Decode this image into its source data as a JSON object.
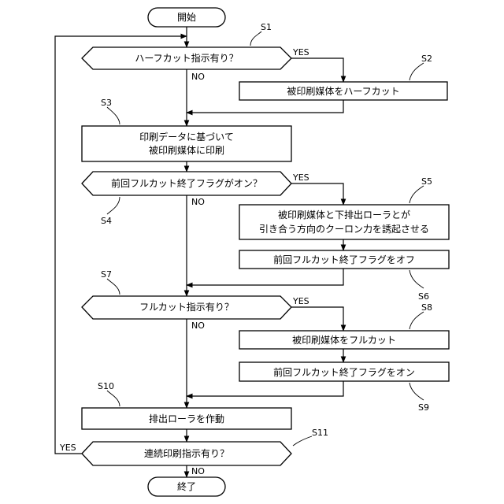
{
  "flowchart": {
    "start": "開始",
    "end": "終了",
    "yes": "YES",
    "no": "NO",
    "steps": {
      "s1": "ハーフカット指示有り？",
      "s2": "被印刷媒体をハーフカット",
      "s3": [
        "印刷データに基づいて",
        "被印刷媒体に印刷"
      ],
      "s4": "前回フルカット終了フラグがオン？",
      "s5": [
        "被印刷媒体と下排出ローラとが",
        "引き合う方向のクーロン力を誘起させる"
      ],
      "s6": "前回フルカット終了フラグをオフ",
      "s7": "フルカット指示有り？",
      "s8": "被印刷媒体をフルカット",
      "s9": "前回フルカット終了フラグをオン",
      "s10": "排出ローラを作動",
      "s11": "連続印刷指示有り？"
    },
    "labels": {
      "s1": "S1",
      "s2": "S2",
      "s3": "S3",
      "s4": "S4",
      "s5": "S5",
      "s6": "S6",
      "s7": "S7",
      "s8": "S8",
      "s9": "S9",
      "s10": "S10",
      "s11": "S11"
    }
  }
}
